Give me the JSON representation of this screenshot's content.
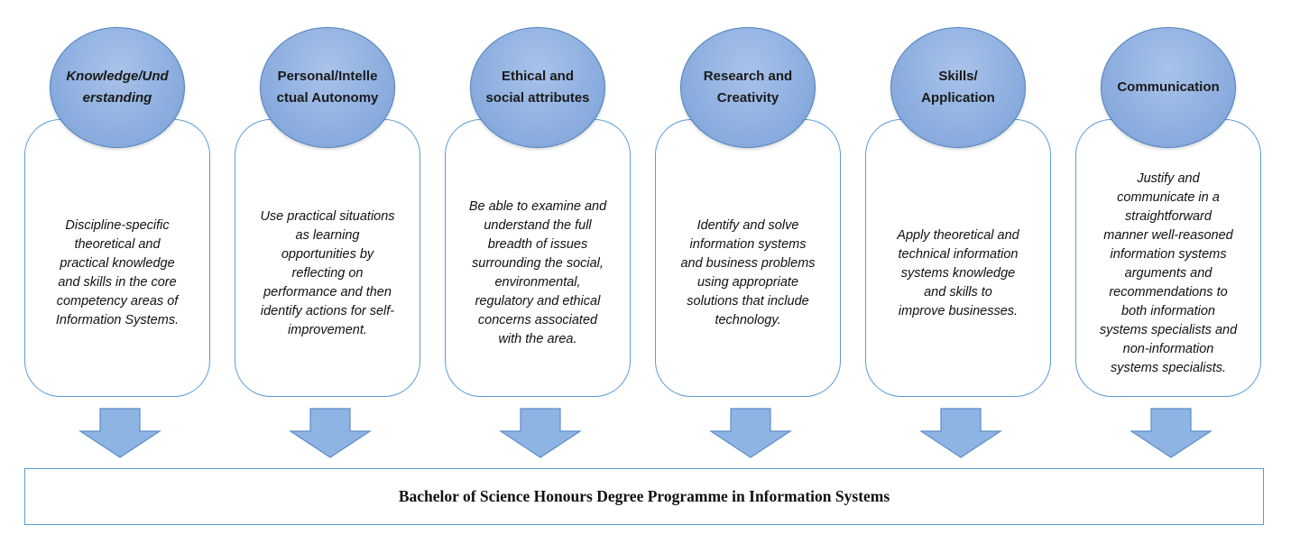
{
  "attributes": [
    {
      "title": "Knowledge/Und\nerstanding",
      "title_italic": true,
      "description": "Discipline-specific\ntheoretical and\npractical knowledge\nand skills in the core\ncompetency areas of\nInformation Systems."
    },
    {
      "title": "Personal/Intelle\nctual Autonomy",
      "title_italic": false,
      "description": "Use practical situations\nas learning\nopportunities by\nreflecting on\nperformance and then\nidentify actions for self-\nimprovement."
    },
    {
      "title": "Ethical and\nsocial attributes",
      "title_italic": false,
      "description": "Be able to examine and\nunderstand the full\nbreadth of issues\nsurrounding the social,\nenvironmental,\nregulatory and ethical\nconcerns associated\nwith the area."
    },
    {
      "title": "Research and\nCreativity",
      "title_italic": false,
      "description": "Identify and solve\ninformation systems\nand business problems\nusing appropriate\nsolutions that include\ntechnology."
    },
    {
      "title": "Skills/\nApplication",
      "title_italic": false,
      "description": "Apply theoretical and\ntechnical information\nsystems knowledge\nand skills to\nimprove businesses."
    },
    {
      "title": "Communication",
      "title_italic": false,
      "description": "Justify and\ncommunicate in a\nstraightforward\nmanner well-reasoned\ninformation systems\narguments and\nrecommendations to\nboth information\nsystems specialists and\nnon-information\nsystems specialists."
    }
  ],
  "degree": "Bachelor of Science Honours Degree Programme in Information Systems",
  "colors": {
    "oval_fill": "#8fb0e0",
    "outline": "#5b9bd5",
    "arrow_fill": "#8eb4e3"
  }
}
